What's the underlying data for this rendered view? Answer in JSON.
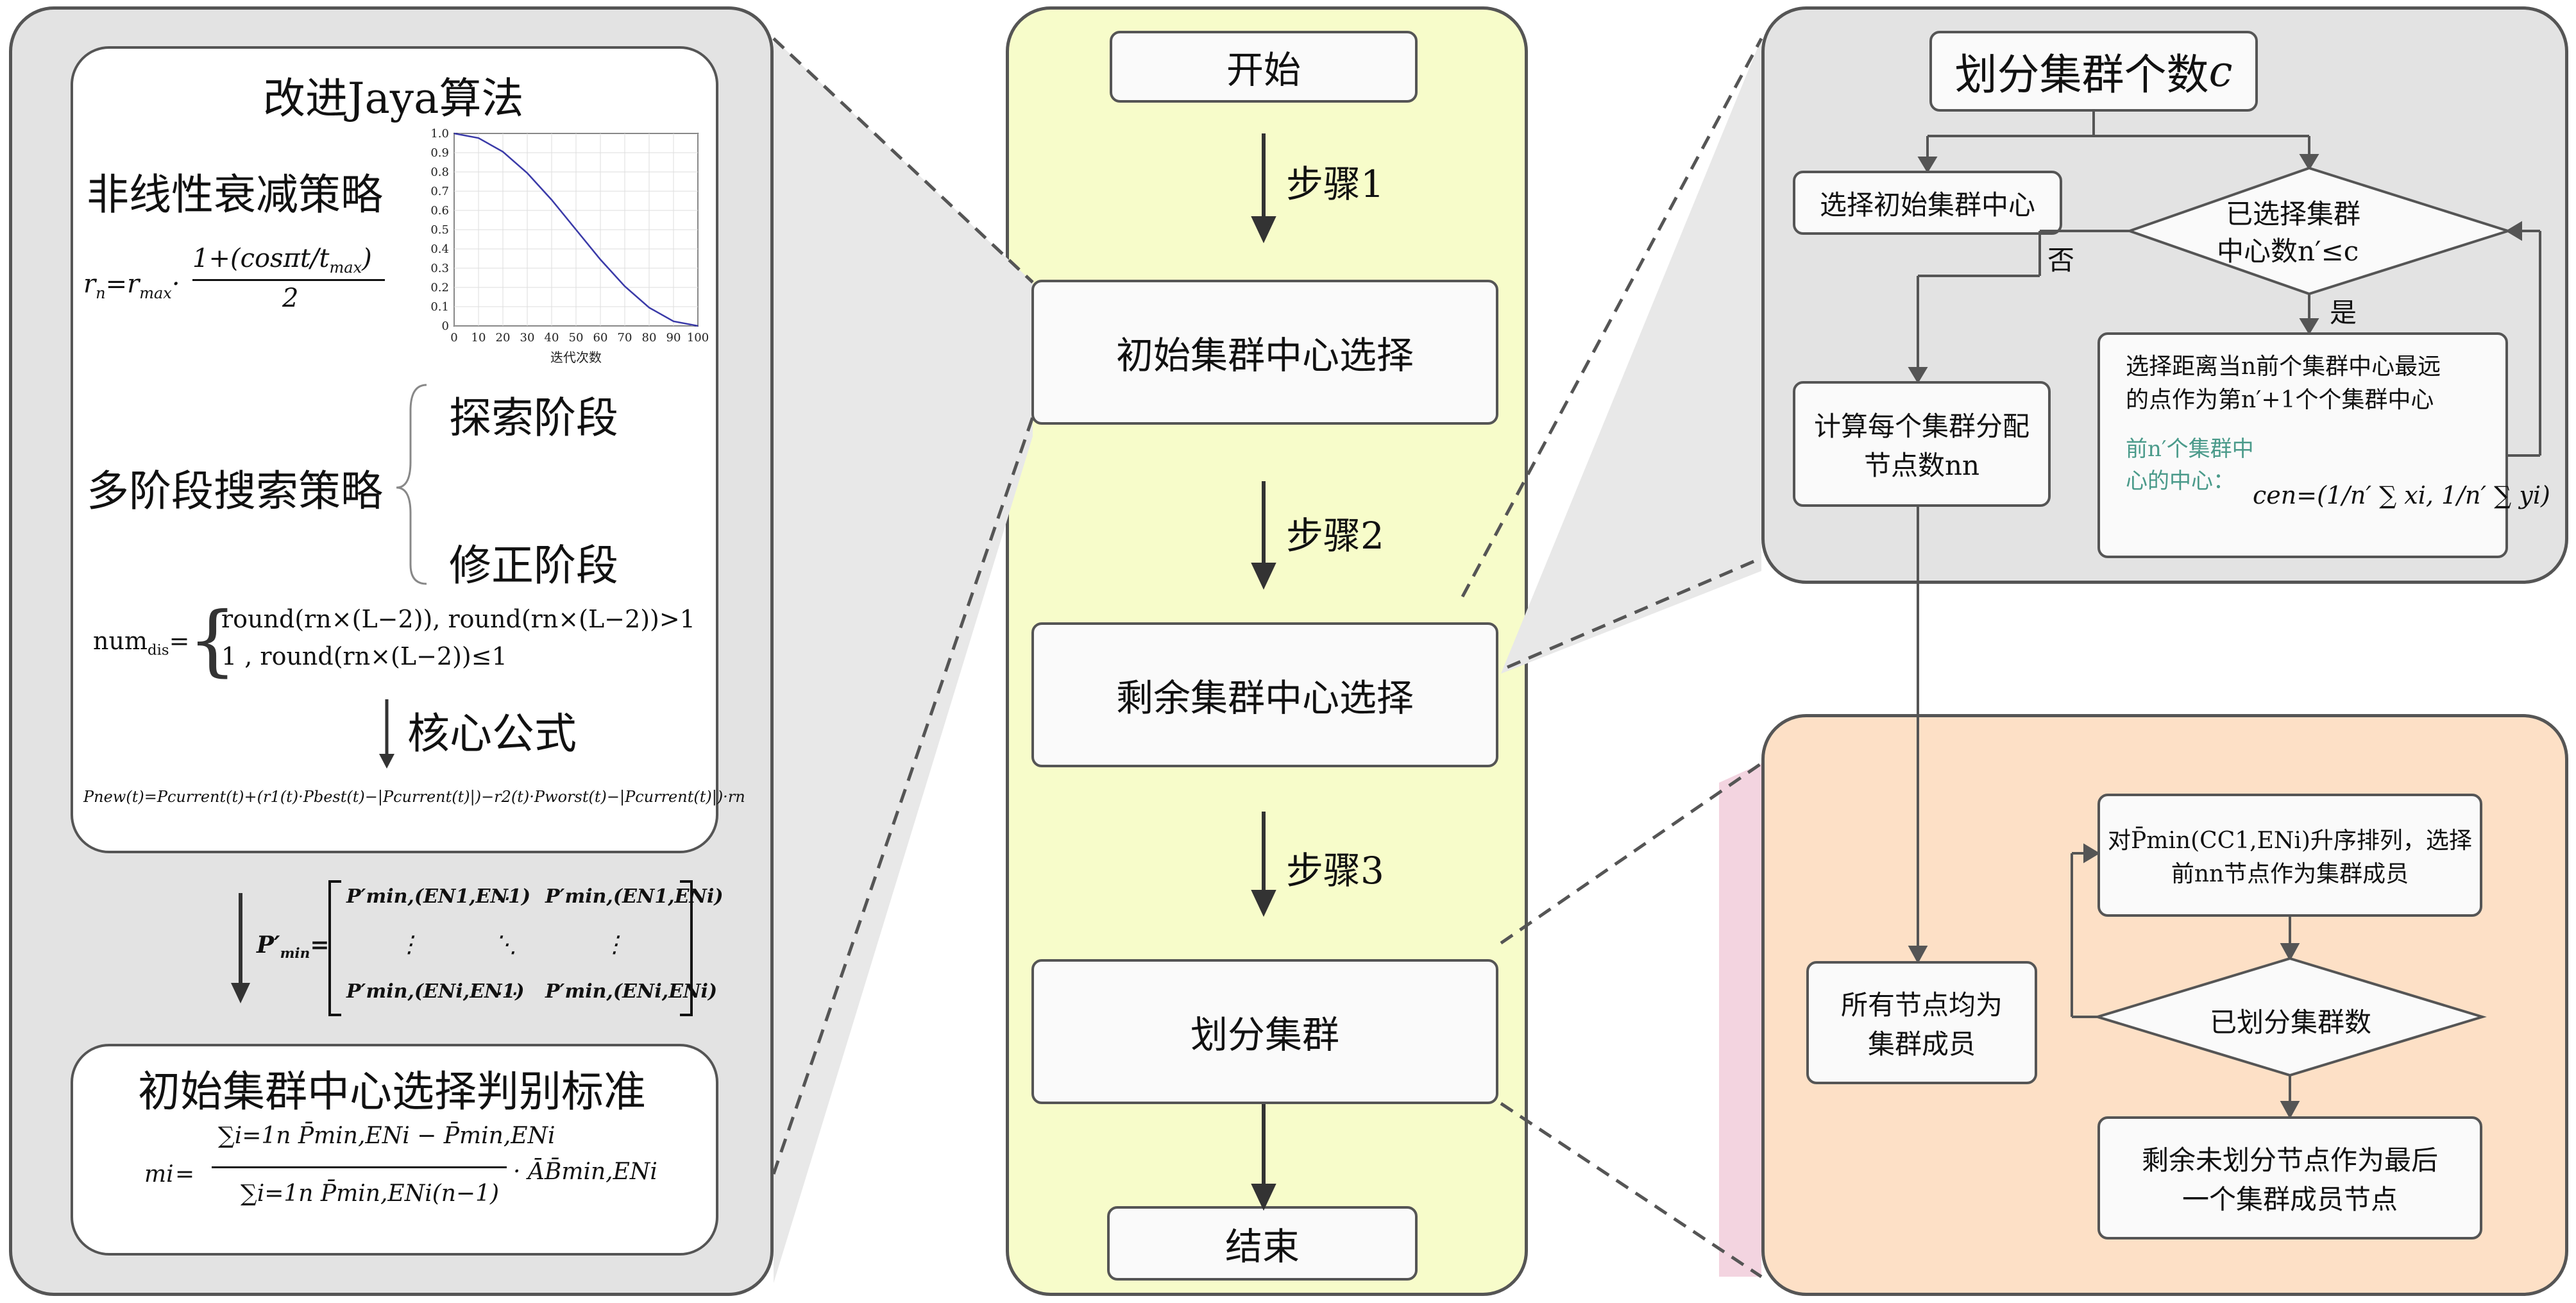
{
  "left": {
    "title": "改进Jaya算法",
    "nonlinear_label": "非线性衰减策略",
    "rn_formula": "rn=rmax·(1+(cosπt/tmax))/2",
    "rn_lhs": "r",
    "rn_rhs_prefix": "=r",
    "rn_numerator": "1+(cosπt/t",
    "rn_denominator": "2",
    "multistage_label": "多阶段搜索策略",
    "explore_stage": "探索阶段",
    "correct_stage": "修正阶段",
    "num_dis_lhs": "num",
    "num_dis_case1": "round(rn×(L−2)), round(rn×(L−2))>1",
    "num_dis_case2": "1                        , round(rn×(L−2))≤1",
    "core_formula_label": "核心公式",
    "core_formula": "Pnew(t)=Pcurrent(t)+(r1(t)·Pbest(t)−|Pcurrent(t)|)−r2(t)·Pworst(t)−|Pcurrent(t)|)·rn",
    "matrix_lhs": "P′",
    "matrix_r1c1": "P′min,(EN1,EN1)",
    "matrix_r1c2": "⋯",
    "matrix_r1c3": "P′min,(EN1,ENi)",
    "matrix_r2c1": "⋮",
    "matrix_r2c2": "⋱",
    "matrix_r2c3": "⋮",
    "matrix_r3c1": "P′min,(ENi,EN1)",
    "matrix_r3c2": "⋯",
    "matrix_r3c3": "P′min,(ENi,ENi)",
    "criterion_title": "初始集群中心选择判别标准",
    "criterion_lhs": "mi",
    "criterion_num": "∑i=1n P̄min,ENi − P̄min,ENi",
    "criterion_den": "∑i=1n P̄min,ENi(n−1)",
    "criterion_tail": "· ĀB̄min,ENi"
  },
  "chart_data": {
    "type": "line",
    "x": [
      0,
      10,
      20,
      30,
      40,
      50,
      60,
      70,
      80,
      90,
      100
    ],
    "y": [
      1.0,
      0.976,
      0.905,
      0.794,
      0.655,
      0.5,
      0.345,
      0.206,
      0.095,
      0.024,
      0.0
    ],
    "xlabel": "迭代次数",
    "ylabel": "",
    "xlim": [
      0,
      100
    ],
    "ylim": [
      0,
      1.0
    ],
    "xticks": [
      "0",
      "10",
      "20",
      "30",
      "40",
      "50",
      "60",
      "70",
      "80",
      "90",
      "100"
    ],
    "yticks": [
      "0",
      "0.1",
      "0.2",
      "0.3",
      "0.4",
      "0.5",
      "0.6",
      "0.7",
      "0.8",
      "0.9",
      "1.0"
    ],
    "grid": true,
    "line_color": "#3a3aa8"
  },
  "middle": {
    "start": "开始",
    "step1": "步骤1",
    "box1": "初始集群中心选择",
    "step2": "步骤2",
    "box2": "剩余集群中心选择",
    "step3": "步骤3",
    "box3": "划分集群",
    "end": "结束"
  },
  "top_right": {
    "title_prefix": "划分集群个数",
    "title_var": "c",
    "select_initial": "选择初始集群中心",
    "diamond_line1": "已选择集群",
    "diamond_line2": "中心数n′≤c",
    "no": "否",
    "yes": "是",
    "calc_line1": "计算每个集群分配",
    "calc_line2": "节点数nn",
    "far_line1": "选择距离当n前个集群中心最远",
    "far_line2": "的点作为第n′+1个个集群中心",
    "green_line1": "前n′个集群中",
    "green_line2": "心的中心：",
    "cen_formula": "cen=(1/n′ ∑ xi, 1/n′ ∑ yi)"
  },
  "bottom_right": {
    "sort_line1": "对P̄min(CC1,ENi)升序排列，选择",
    "sort_line2": "前nn节点作为集群成员",
    "all_line1": "所有节点均为",
    "all_line2": "集群成员",
    "diamond": "已划分集群数",
    "remain_line1": "剩余未划分节点作为最后",
    "remain_line2": "一个集群成员节点"
  },
  "colors": {
    "panel_gray": "#e3e3e3",
    "middle_yellow": "#f7fcca",
    "bottom_right_orange": "#fde0c6",
    "border": "#555555",
    "green_text": "#4a9a8a"
  }
}
